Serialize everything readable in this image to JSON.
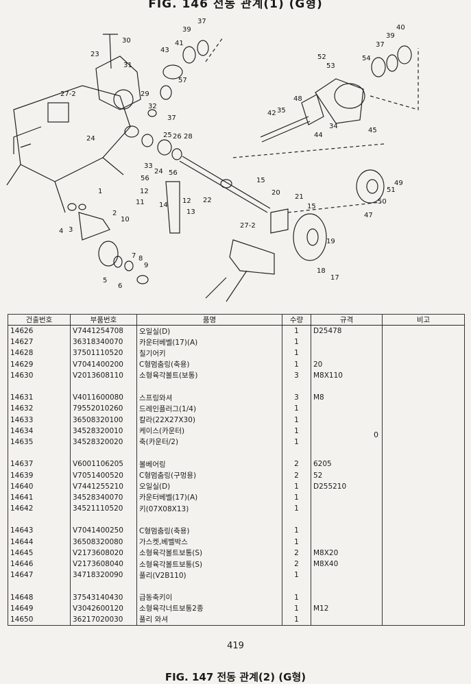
{
  "figure_title": "FIG. 146 전동 관계(1) (G형)",
  "next_figure_title": "FIG. 147 전동 관계(2) (G형)",
  "page_number": "419",
  "stray_mark": "0",
  "diagram": {
    "callouts": [
      "30",
      "23",
      "31",
      "27-2",
      "39",
      "37",
      "41",
      "43",
      "57",
      "29",
      "32",
      "37",
      "24",
      "33",
      "25",
      "26",
      "28",
      "24",
      "56",
      "12",
      "11",
      "56",
      "12",
      "14",
      "13",
      "10",
      "22",
      "1",
      "2",
      "4",
      "3",
      "5",
      "6",
      "7",
      "8",
      "9",
      "15",
      "20",
      "21",
      "27-2",
      "15",
      "19",
      "18",
      "17",
      "52",
      "53",
      "54",
      "37",
      "39",
      "40",
      "48",
      "42",
      "35",
      "34",
      "44",
      "45",
      "47",
      "50",
      "51",
      "49"
    ]
  },
  "table": {
    "headers": [
      "건출번호",
      "부품번호",
      "품명",
      "수량",
      "규격",
      "비고"
    ],
    "groups": [
      [
        {
          "no": "14626",
          "part": "V7441254708",
          "name": "오일실(D)",
          "qty": "1",
          "spec": "D25478",
          "note": ""
        },
        {
          "no": "14627",
          "part": "36318340070",
          "name": "카운터베벨(17)(A)",
          "qty": "1",
          "spec": "",
          "note": ""
        },
        {
          "no": "14628",
          "part": "37501110520",
          "name": "칠기어키",
          "qty": "1",
          "spec": "",
          "note": ""
        },
        {
          "no": "14629",
          "part": "V7041400200",
          "name": "C형멈춤링(축용)",
          "qty": "1",
          "spec": "20",
          "note": ""
        },
        {
          "no": "14630",
          "part": "V2013608110",
          "name": "소형육각볼트(보통)",
          "qty": "3",
          "spec": "M8X110",
          "note": ""
        }
      ],
      [
        {
          "no": "14631",
          "part": "V4011600080",
          "name": "스프링와셔",
          "qty": "3",
          "spec": "M8",
          "note": ""
        },
        {
          "no": "14632",
          "part": "79552010260",
          "name": "드레인플러그(1/4)",
          "qty": "1",
          "spec": "",
          "note": ""
        },
        {
          "no": "14633",
          "part": "36508320100",
          "name": "칼라(22X27X30)",
          "qty": "1",
          "spec": "",
          "note": ""
        },
        {
          "no": "14634",
          "part": "34528320010",
          "name": "케이스(카운터)",
          "qty": "1",
          "spec": "",
          "note": ""
        },
        {
          "no": "14635",
          "part": "34528320020",
          "name": "축(카운터/2)",
          "qty": "1",
          "spec": "",
          "note": ""
        }
      ],
      [
        {
          "no": "14637",
          "part": "V6001106205",
          "name": "볼베어링",
          "qty": "2",
          "spec": "6205",
          "note": ""
        },
        {
          "no": "14639",
          "part": "V7051400520",
          "name": "C형멈춤링(구멍용)",
          "qty": "2",
          "spec": "52",
          "note": ""
        },
        {
          "no": "14640",
          "part": "V7441255210",
          "name": "오일실(D)",
          "qty": "1",
          "spec": "D255210",
          "note": ""
        },
        {
          "no": "14641",
          "part": "34528340070",
          "name": "카운터베벨(17)(A)",
          "qty": "1",
          "spec": "",
          "note": ""
        },
        {
          "no": "14642",
          "part": "34521110520",
          "name": "키(07X08X13)",
          "qty": "1",
          "spec": "",
          "note": ""
        }
      ],
      [
        {
          "no": "14643",
          "part": "V7041400250",
          "name": "C형멈춤링(축용)",
          "qty": "1",
          "spec": "",
          "note": ""
        },
        {
          "no": "14644",
          "part": "36508320080",
          "name": "가스켓,베벨박스",
          "qty": "1",
          "spec": "",
          "note": ""
        },
        {
          "no": "14645",
          "part": "V2173608020",
          "name": "소형육각볼트보통(S)",
          "qty": "2",
          "spec": "M8X20",
          "note": ""
        },
        {
          "no": "14646",
          "part": "V2173608040",
          "name": "소형육각볼트보통(S)",
          "qty": "2",
          "spec": "M8X40",
          "note": ""
        },
        {
          "no": "14647",
          "part": "34718320090",
          "name": "풀리(V2B110)",
          "qty": "1",
          "spec": "",
          "note": ""
        }
      ],
      [
        {
          "no": "14648",
          "part": "37543140430",
          "name": "급동축키이",
          "qty": "1",
          "spec": "",
          "note": ""
        },
        {
          "no": "14649",
          "part": "V3042600120",
          "name": "소형육각너트보통2종",
          "qty": "1",
          "spec": "M12",
          "note": ""
        },
        {
          "no": "14650",
          "part": "36217020030",
          "name": "풀리 와셔",
          "qty": "1",
          "spec": "",
          "note": ""
        }
      ]
    ]
  }
}
